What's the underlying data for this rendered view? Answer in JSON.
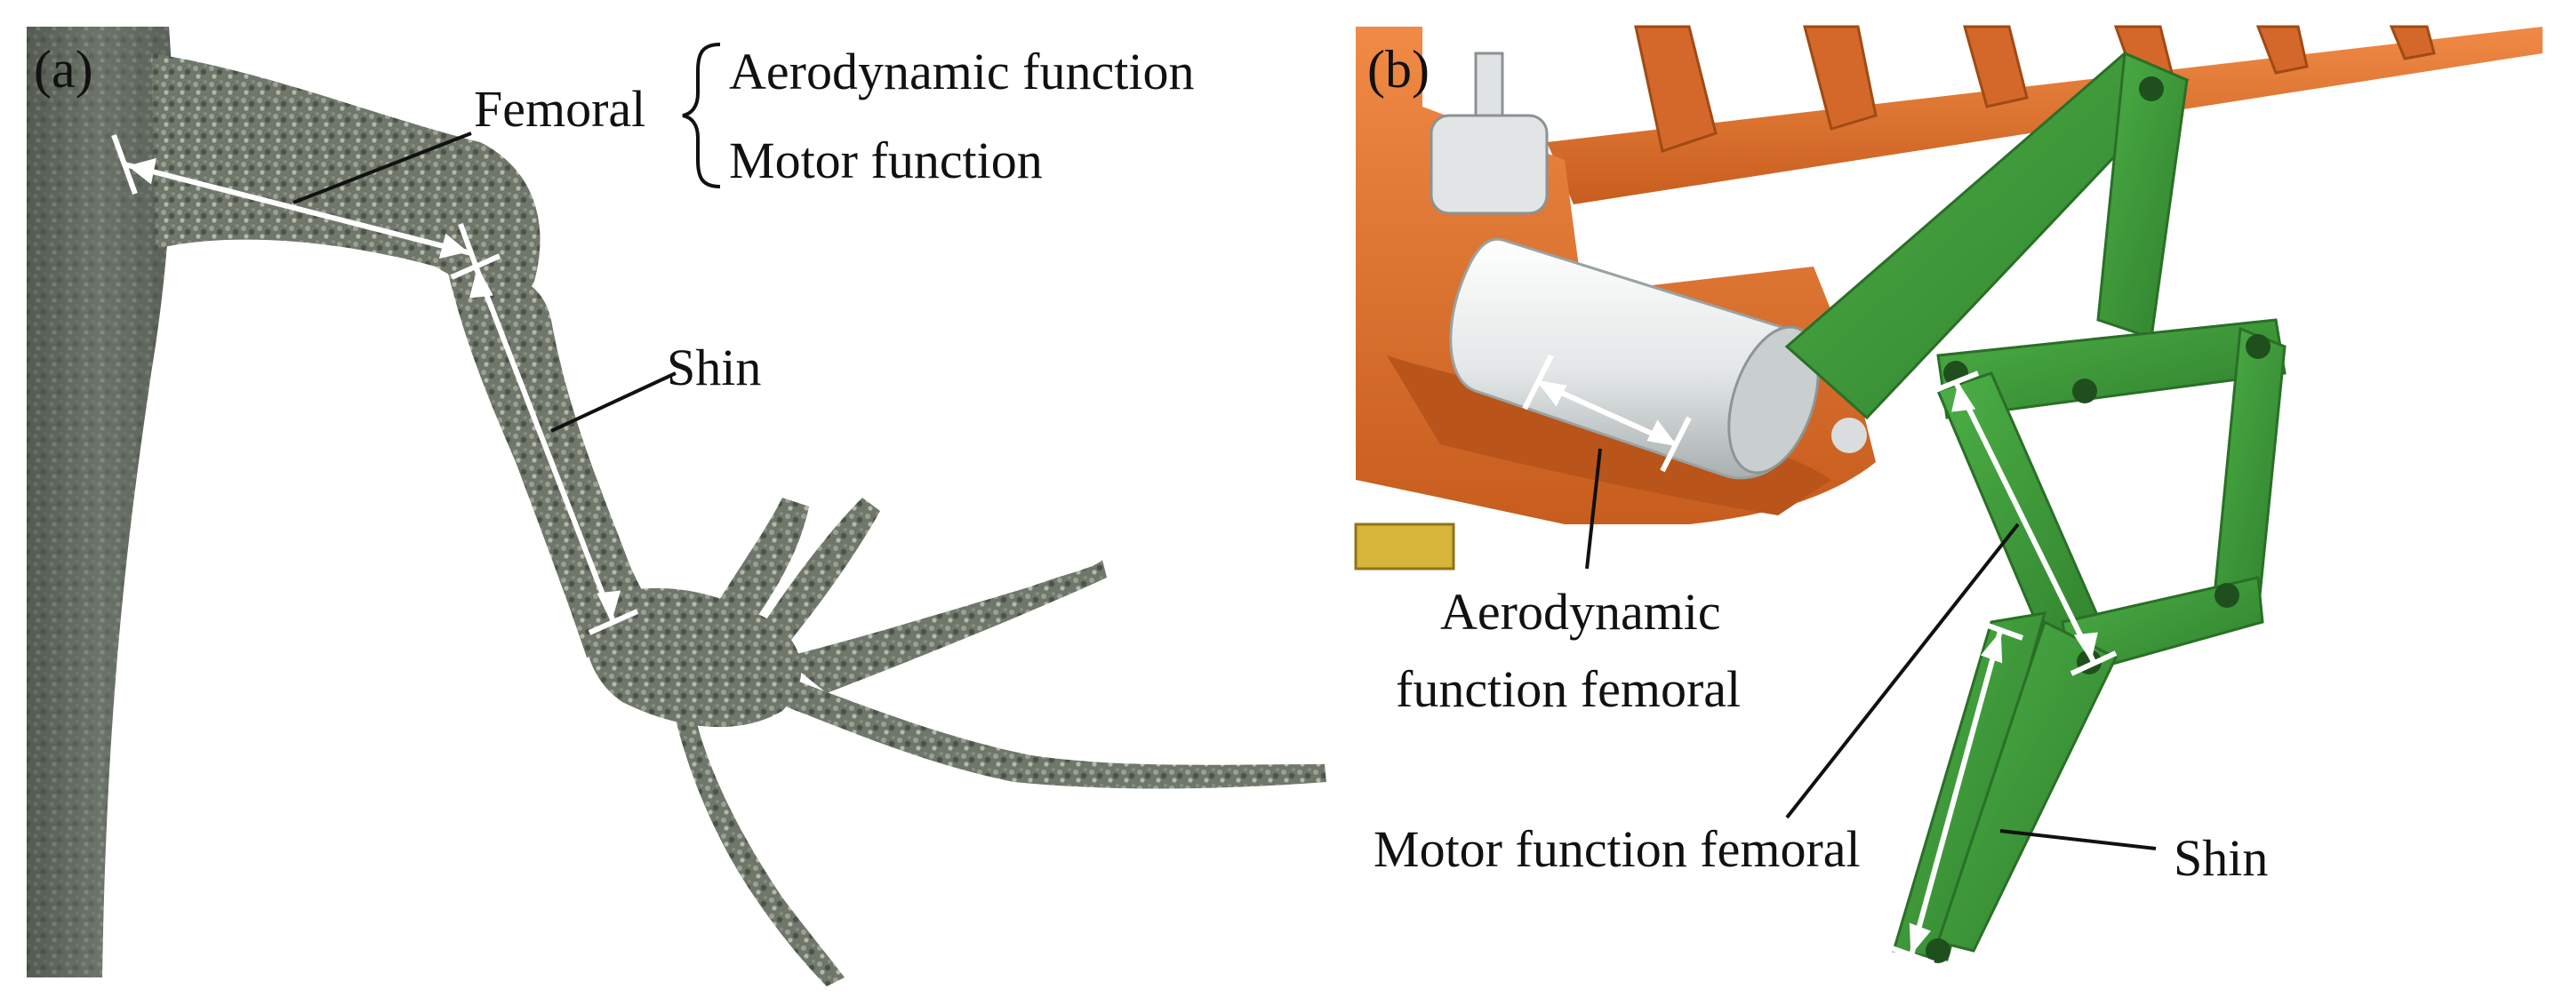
{
  "panel_a": {
    "label": "(a)",
    "femoral_label": "Femoral",
    "femoral_functions": [
      "Aerodynamic function",
      "Motor function"
    ],
    "shin_label": "Shin"
  },
  "panel_b": {
    "label": "(b)",
    "aero_label_line1": "Aerodynamic",
    "aero_label_line2": "function femoral",
    "motor_label": "Motor function femoral",
    "shin_label": "Shin"
  },
  "colors": {
    "frame_orange": "#e0702a",
    "frame_orange_dark": "#b9541b",
    "linkage_green": "#3f9b3a",
    "linkage_green_dark": "#2c7a2a",
    "roller_white": "#e9ecec",
    "lizard_gray": "#6e7468",
    "trunk_gray": "#5c625c",
    "measure_white": "#ffffff",
    "leader_black": "#111111"
  }
}
